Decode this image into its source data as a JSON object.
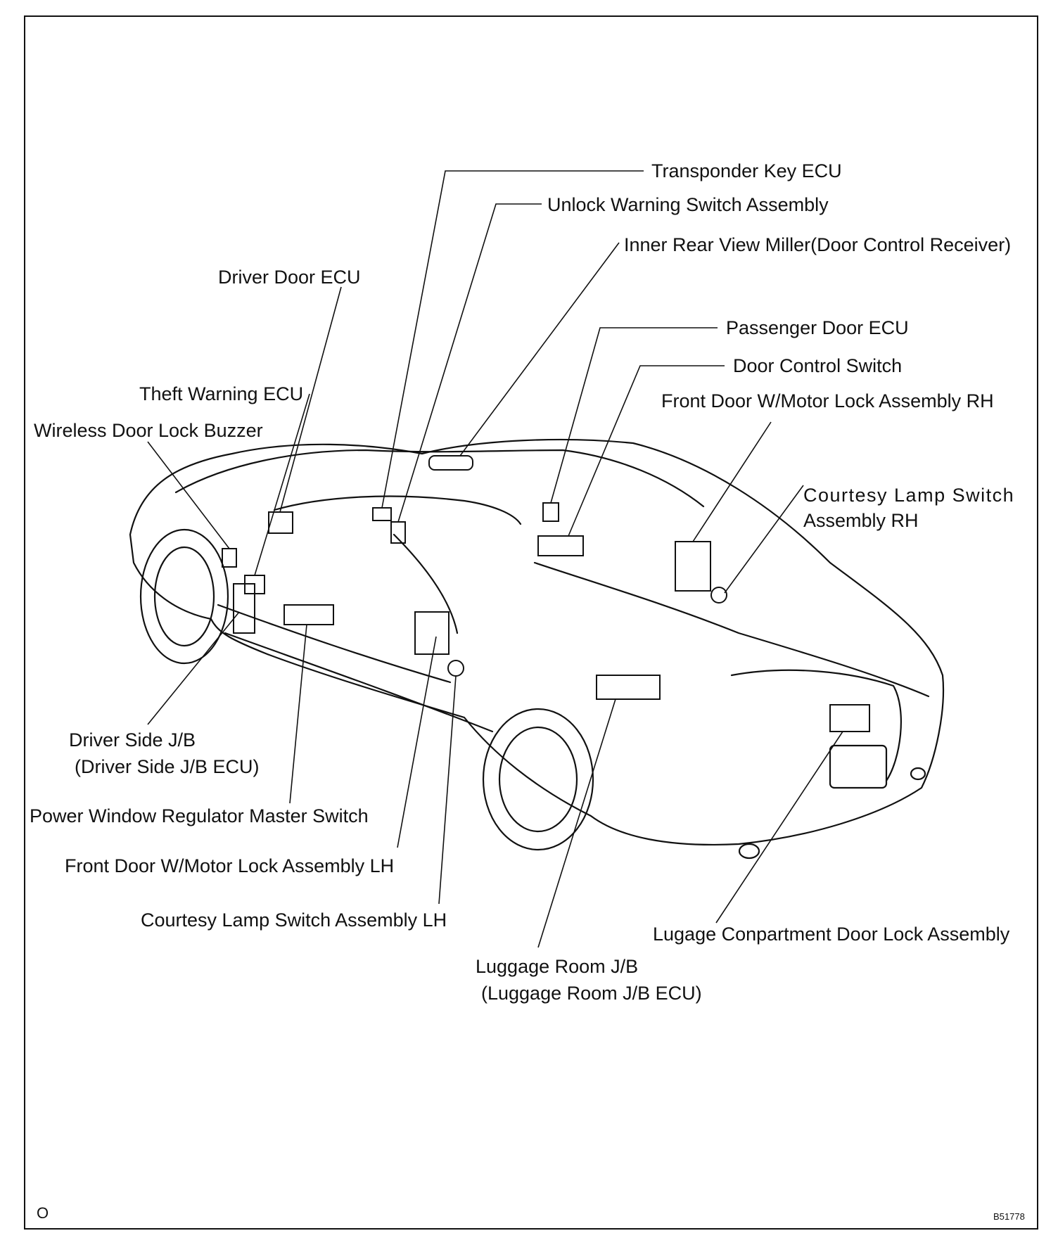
{
  "labels": {
    "transponder_key_ecu": "Transponder Key ECU",
    "unlock_warning_switch": "Unlock Warning Switch Assembly",
    "inner_rear_view_mirror": "Inner Rear View Miller(Door Control Receiver)",
    "driver_door_ecu": "Driver Door ECU",
    "passenger_door_ecu": "Passenger Door ECU",
    "door_control_switch": "Door Control Switch",
    "front_door_lock_rh": "Front Door W/Motor Lock Assembly RH",
    "theft_warning_ecu": "Theft Warning ECU",
    "wireless_door_lock_buzzer": "Wireless Door Lock Buzzer",
    "courtesy_lamp_rh_line1": "Courtesy Lamp Switch",
    "courtesy_lamp_rh_line2": "Assembly RH",
    "driver_side_jb_line1": "Driver Side J/B",
    "driver_side_jb_line2": "(Driver Side J/B ECU)",
    "power_window_master": "Power Window Regulator Master Switch",
    "front_door_lock_lh": "Front Door W/Motor Lock Assembly LH",
    "courtesy_lamp_lh": "Courtesy Lamp Switch Assembly LH",
    "luggage_door_lock": "Lugage Conpartment Door Lock Assembly",
    "luggage_room_jb_line1": "Luggage Room J/B",
    "luggage_room_jb_line2": "(Luggage Room J/B ECU)"
  },
  "corner_mark": "O",
  "figure_code": "B51778"
}
